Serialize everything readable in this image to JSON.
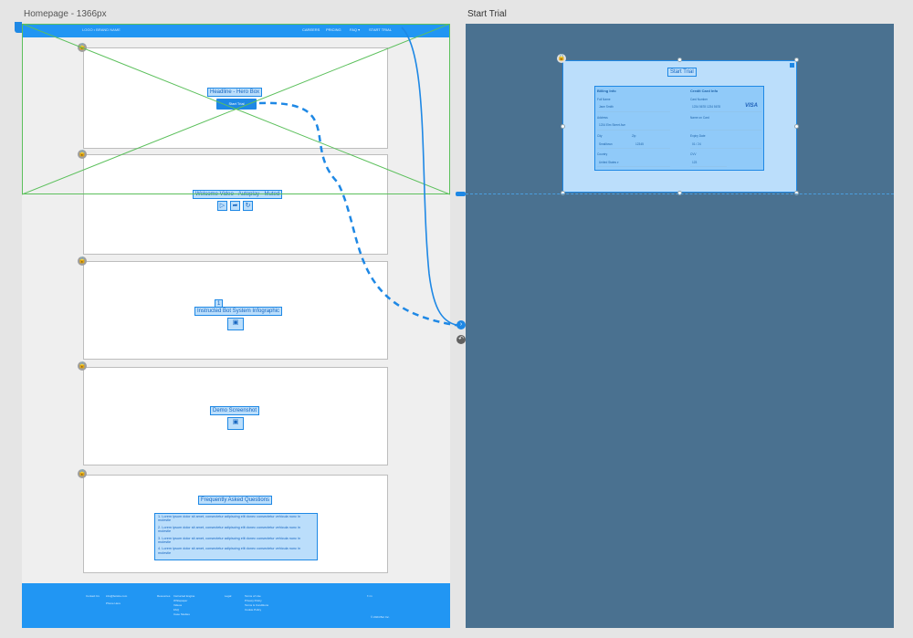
{
  "artboards": {
    "home_title": "Homepage - 1366px",
    "trial_title": "Start Trial"
  },
  "homepage": {
    "nav": {
      "brand": "LOGO • BRAND NAME",
      "items": [
        "CAREERS",
        "PRICING",
        "FAQ ▾",
        "START TRIAL"
      ]
    },
    "hero": {
      "label": "Headline - Hero Box",
      "cta": "Start Trial"
    },
    "video": {
      "label": "Welcome Video - Autoplay - Muted",
      "icons": [
        "play-icon",
        "share-icon",
        "refresh-icon"
      ]
    },
    "infographic": {
      "marker": "1",
      "label": "Instructed Bot System Infographic",
      "icon": "image-icon"
    },
    "demo": {
      "label": "Demo Screenshot",
      "icon": "image-icon"
    },
    "faq": {
      "title": "Frequently Asked Questions",
      "items": [
        "1. Lorem ipsum dolor sit amet, consectetur adipiscing elit donec consectetur vehicula nunc in molestie",
        "2. Lorem ipsum dolor sit amet, consectetur adipiscing elit donec consectetur vehicula nunc in molestie",
        "3. Lorem ipsum dolor sit amet, consectetur adipiscing elit donec consectetur vehicula nunc in molestie",
        "4. Lorem ipsum dolor sit amet, consectetur adipiscing elit donec consectetur vehicula nunc in molestie"
      ]
    },
    "footer": {
      "c1": "Contact Us",
      "c2": [
        "info@botsite.com",
        "Phone Here"
      ],
      "c3": "Resources",
      "c4": [
        "Instructed Engine",
        "Whitepaper",
        "Videos",
        "FAQ",
        "Case Studies"
      ],
      "c5": "Legal",
      "c6": [
        "Terms of Use",
        "Privacy Policy",
        "Terms & Conditions",
        "Cookie Policy"
      ],
      "social": "f  t  in",
      "copyright": "© 2024 Bot Inc."
    }
  },
  "start_trial": {
    "title": "Start Trial",
    "billing_heading": "Billing Info",
    "card_heading": "Credit Card Info",
    "card_brand": "VISA",
    "billing_fields": [
      {
        "label": "Full Name",
        "value": "Jane Smith"
      },
      {
        "label": "Address",
        "value": "1234 Elm Street Ave"
      },
      {
        "label": "City",
        "value": "Smalltown"
      },
      {
        "label": "Zip",
        "value": "12345"
      },
      {
        "label": "Country",
        "value": "United States ▾"
      }
    ],
    "card_fields": [
      {
        "label": "Card Number",
        "value": "1234  5678  1234  5678"
      },
      {
        "label": "Name on Card",
        "value": ""
      },
      {
        "label": "Expiry Date",
        "value": "01  /  24"
      },
      {
        "label": "CVV",
        "value": "123"
      }
    ]
  },
  "colors": {
    "primary": "#2196f3",
    "canvas": "#4a7190",
    "selection": "#bbdefb",
    "placeholder_frame": "#5cc05c"
  }
}
